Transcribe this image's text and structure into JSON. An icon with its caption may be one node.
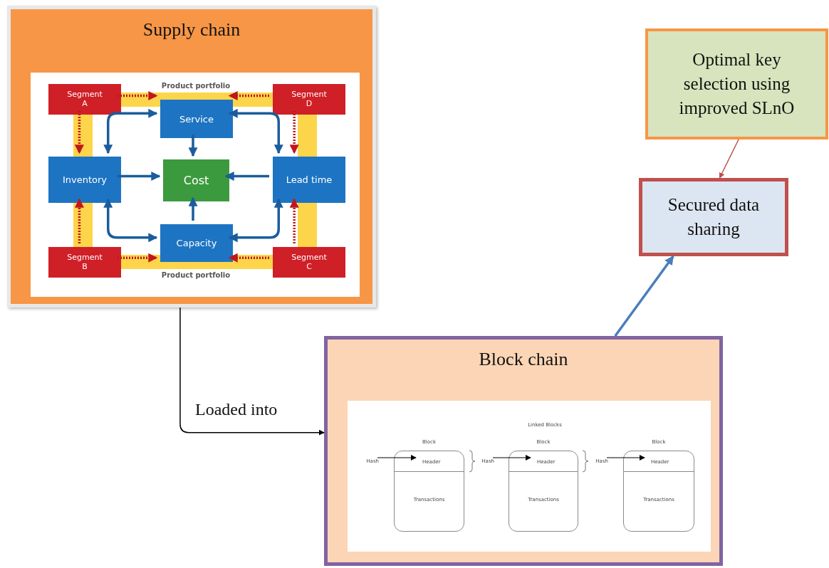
{
  "diagram": {
    "nodes": [
      {
        "text": [
          "Supply chain"
        ]
      },
      {
        "text": [],
        "shape": "box",
        "in": 0
      },
      {
        "text": [
          "Segment A"
        ],
        "in": 1
      },
      {
        "text": [
          "Service"
        ],
        "in": 1
      },
      {
        "text": [
          "Segment D"
        ],
        "in": 1
      },
      {
        "text": [
          "Inventory"
        ],
        "in": 1
      },
      {
        "text": [
          "Cost"
        ],
        "in": 1
      },
      {
        "text": [
          "Lead time"
        ],
        "in": 1
      },
      {
        "text": [
          "Segment B"
        ],
        "in": 1
      },
      {
        "text": [
          "Capacity"
        ],
        "in": 1
      },
      {
        "text": [
          "Segment C"
        ],
        "in": 1
      },
      {
        "text": [
          "Optimal key selection using improved SLnO"
        ]
      },
      {
        "text": [
          "Secured data sharing"
        ]
      },
      {
        "text": [
          "Block chain"
        ]
      },
      {
        "text": [],
        "shape": "box",
        "in": 13
      },
      {
        "text": [
          "Hash"
        ],
        "in": 14
      },
      {
        "text": [
          "Block",
          "Transactions"
        ],
        "in": 14
      },
      {
        "text": [
          "Header"
        ],
        "in": 16
      },
      {
        "text": [
          "Hash"
        ],
        "in": 14
      },
      {
        "text": [
          "Block",
          "Transactions"
        ],
        "in": 14
      },
      {
        "text": [
          "Header"
        ],
        "in": 19
      },
      {
        "text": [
          "Hash"
        ],
        "in": 14
      },
      {
        "text": [
          "Block",
          "Transactions"
        ],
        "in": 14
      },
      {
        "text": [
          "Header"
        ],
        "in": 22
      }
    ],
    "edges": [
      {
        "from": 2,
        "to": 3,
        "arrow": "to",
        "style": "dashed",
        "color": "#c0161c"
      },
      {
        "from": 4,
        "to": 3,
        "arrow": "to",
        "style": "dashed",
        "color": "#c0161c"
      },
      {
        "from": 2,
        "to": 5,
        "arrow": "to",
        "style": "dashed",
        "color": "#c0161c"
      },
      {
        "from": 4,
        "to": 7,
        "arrow": "to",
        "style": "dashed",
        "color": "#c0161c"
      },
      {
        "from": 3,
        "to": 6,
        "arrow": "to",
        "color": "#1b5d9c"
      },
      {
        "from": 5,
        "to": 6,
        "arrow": "to",
        "color": "#1b5d9c"
      },
      {
        "from": 7,
        "to": 6,
        "arrow": "to",
        "color": "#1b5d9c"
      },
      {
        "from": 9,
        "to": 6,
        "arrow": "to",
        "color": "#1b5d9c"
      },
      {
        "from": 3,
        "to": 5,
        "arrow": "both",
        "color": "#1b5d9c"
      },
      {
        "from": 3,
        "to": 7,
        "arrow": "both",
        "color": "#1b5d9c"
      },
      {
        "from": 9,
        "to": 5,
        "arrow": "both",
        "color": "#1b5d9c"
      },
      {
        "from": 9,
        "to": 7,
        "arrow": "both",
        "color": "#1b5d9c"
      },
      {
        "from": 8,
        "to": 5,
        "arrow": "to",
        "style": "dashed",
        "color": "#c0161c"
      },
      {
        "from": 8,
        "to": 9,
        "arrow": "to",
        "style": "dashed",
        "color": "#c0161c"
      },
      {
        "from": 10,
        "to": 9,
        "arrow": "to",
        "style": "dashed",
        "color": "#c0161c"
      },
      {
        "from": 10,
        "to": 7,
        "arrow": "to",
        "style": "dashed",
        "color": "#c0161c"
      },
      {
        "from": 0,
        "to": 13,
        "arrow": "to",
        "label": "Loaded into",
        "color": "#000000"
      },
      {
        "from": 13,
        "to": 12,
        "arrow": "to",
        "color": "#4a7ebb"
      },
      {
        "from": 11,
        "to": 12,
        "arrow": "to",
        "color": "#c0504d"
      },
      {
        "from": 15,
        "to": 17,
        "arrow": "to",
        "color": "#000000"
      },
      {
        "from": 18,
        "to": 20,
        "arrow": "to",
        "color": "#000000"
      },
      {
        "from": 21,
        "to": 23,
        "arrow": "to",
        "color": "#000000"
      }
    ],
    "labels": [
      "Product portfolio",
      "Product portfolio",
      "Linked Blocks"
    ]
  }
}
